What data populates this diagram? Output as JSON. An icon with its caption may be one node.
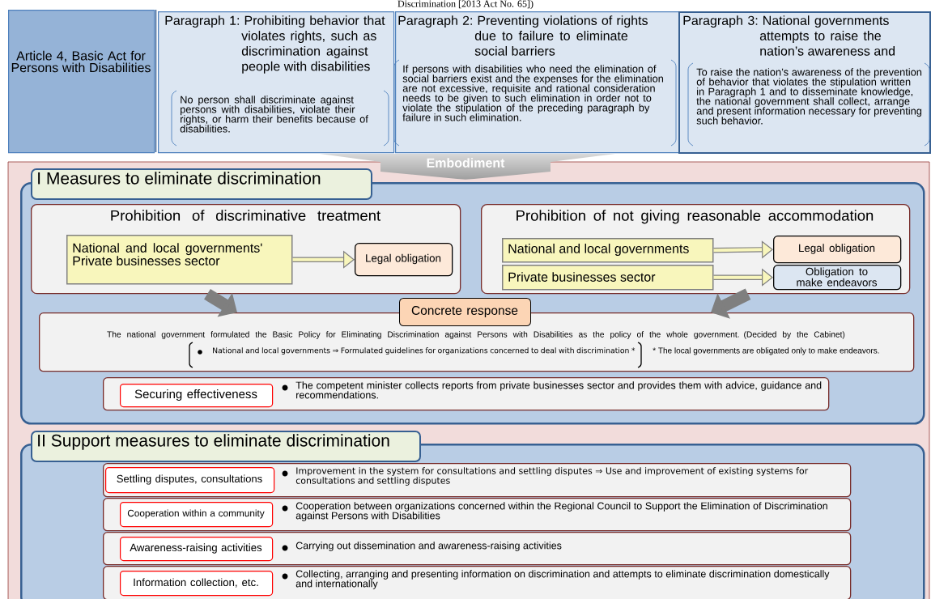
{
  "diagram": {
    "title": "Discrimination [2013 Act No. 65])",
    "nodes": [
      {
        "text": [
          "Article 4, Basic Act for Persons with Disabilities"
        ]
      },
      {
        "text": [
          "Paragraph 1: Prohibiting behavior that violates rights, such as discrimination against people with disabilities",
          "No person shall discriminate against persons with disabilities, violate their rights, or harm their benefits because of disabilities."
        ]
      },
      {
        "text": [
          "Paragraph 2: Preventing violations of rights due to failure to eliminate social barriers",
          "If persons with disabilities who need the elimination of social barriers exist and the expenses for the elimination are not excessive, requisite and rational consideration needs to be given to such elimination in order not to violate the stipulation of the preceding paragraph by failure in such elimination."
        ]
      },
      {
        "text": [
          "Paragraph 3: National governments attempts to raise the nation’s awareness and",
          "To raise the nation’s awareness of the prevention of behavior that violates the stipulation written in Paragraph 1 and to disseminate knowledge, the national government shall collect, arrange and present information necessary for preventing such behavior."
        ]
      },
      {
        "text": [
          "Embodiment"
        ]
      },
      {
        "text": [
          "I Measures to eliminate discrimination"
        ]
      },
      {
        "text": [
          "Prohibition of discriminative treatment"
        ],
        "in": 5
      },
      {
        "text": [
          "National and local governments' Private businesses sector"
        ],
        "in": 6
      },
      {
        "text": [
          "Legal obligation"
        ],
        "in": 6
      },
      {
        "text": [
          "Prohibition of not giving reasonable accommodation"
        ],
        "in": 5
      },
      {
        "text": [
          "National and local governments"
        ],
        "in": 9
      },
      {
        "text": [
          "Private businesses sector"
        ],
        "in": 9
      },
      {
        "text": [
          "Legal obligation"
        ],
        "in": 9
      },
      {
        "text": [
          "Obligation to make endeavors"
        ],
        "in": 9
      },
      {
        "text": [
          "Concrete response"
        ],
        "in": 5
      },
      {
        "text": [
          "The national government formulated the Basic Policy for Eliminating Discrimination against Persons with Disabilities as the policy of the whole government. (Decided by the Cabinet)",
          "National and local governments ⇒ Formulated guidelines for organizations concerned to deal with discrimination *",
          "* The local governments are obligated only to make endeavors."
        ],
        "in": 5
      },
      {
        "text": [
          "The competent minister collects reports from private businesses sector and provides them with advice, guidance and recommendations."
        ],
        "in": 5
      },
      {
        "text": [
          "Securing effectiveness"
        ],
        "in": 16
      },
      {
        "text": [
          "II Support measures to eliminate discrimination"
        ]
      },
      {
        "text": [
          "Improvement in the system for consultations and settling disputes ⇒ Use and improvement of existing systems for consultations and settling disputes"
        ],
        "in": 18
      },
      {
        "text": [
          "Settling disputes, consultations"
        ],
        "in": 19
      },
      {
        "text": [
          "Cooperation between organizations concerned within the Regional Council to Support the Elimination of Discrimination against Persons with Disabilities"
        ],
        "in": 18
      },
      {
        "text": [
          "Cooperation within a community"
        ],
        "in": 21
      },
      {
        "text": [
          "Carrying out dissemination and awareness-raising activities"
        ],
        "in": 18
      },
      {
        "text": [
          "Awareness-raising activities"
        ],
        "in": 23
      },
      {
        "text": [
          "Collecting, arranging and presenting information on discrimination and attempts to eliminate discrimination domestically and internationally"
        ],
        "in": 18
      },
      {
        "text": [
          "Information collection, etc."
        ],
        "in": 25
      }
    ],
    "edges": [
      {
        "from": 7,
        "to": 8,
        "arrow": "to"
      },
      {
        "from": 10,
        "to": 12,
        "arrow": "to"
      },
      {
        "from": 11,
        "to": 13,
        "arrow": "to"
      },
      {
        "from": 6,
        "to": 15,
        "arrow": "to",
        "style": "thick",
        "color": "#7f7f7f"
      },
      {
        "from": 9,
        "to": 15,
        "arrow": "to",
        "style": "thick",
        "color": "#7f7f7f"
      }
    ]
  }
}
